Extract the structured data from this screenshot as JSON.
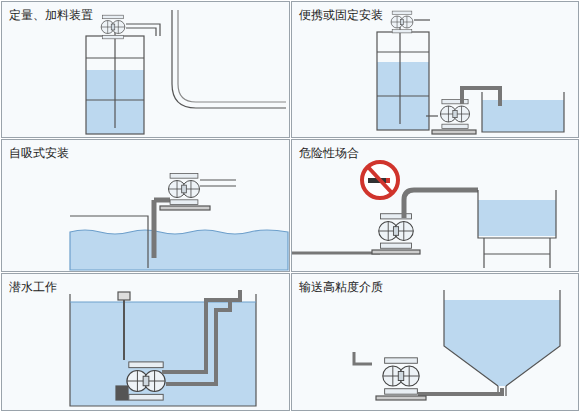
{
  "diagram": {
    "nodes": [
      {
        "text": [
          "定量、加料装置"
        ]
      },
      {
        "text": [
          "便携或固定安装"
        ]
      },
      {
        "text": [
          "自吸式安装"
        ]
      },
      {
        "text": [
          "危险性场合"
        ]
      },
      {
        "text": [
          "潜水工作"
        ]
      },
      {
        "text": [
          "输送高粘度介质"
        ]
      }
    ]
  }
}
